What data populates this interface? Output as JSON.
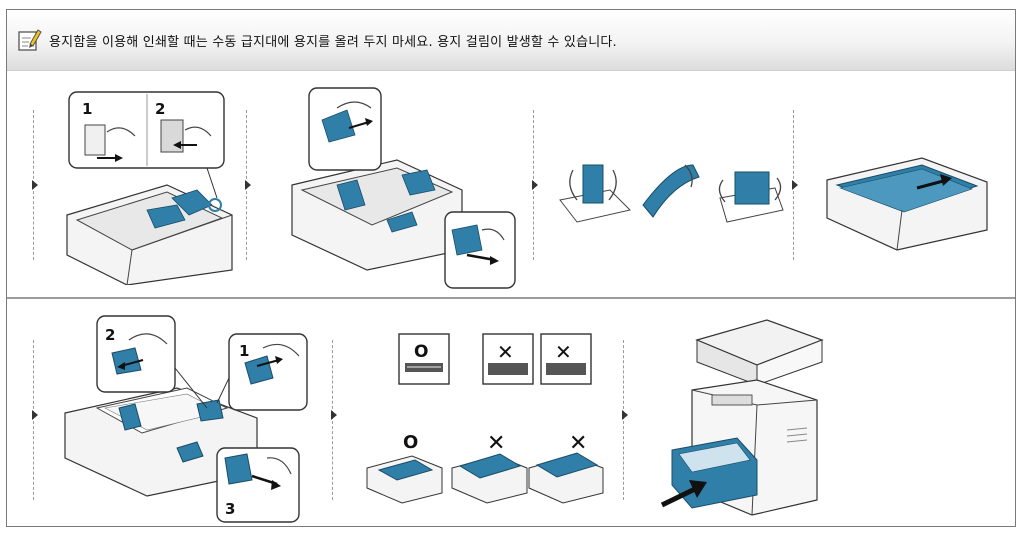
{
  "note": {
    "icon": "note-pencil-icon",
    "text": "용지함을 이용해 인쇄할 때는 수동 급지대에 용지를 올려 두지 마세요. 용지 걸림이 발생할 수 있습니다."
  },
  "row1": {
    "step1": {
      "callouts": [
        "1",
        "2"
      ]
    }
  },
  "row2": {
    "step1": {
      "callouts": [
        "2",
        "1",
        "3"
      ]
    },
    "step2": {
      "top_marks": [
        "O",
        "✕",
        "✕"
      ],
      "bottom_marks": [
        "O",
        "✕",
        "✕"
      ]
    }
  },
  "colors": {
    "accent_blue": "#2f7fa8",
    "line": "#333333",
    "frame": "#7a7a7a"
  }
}
